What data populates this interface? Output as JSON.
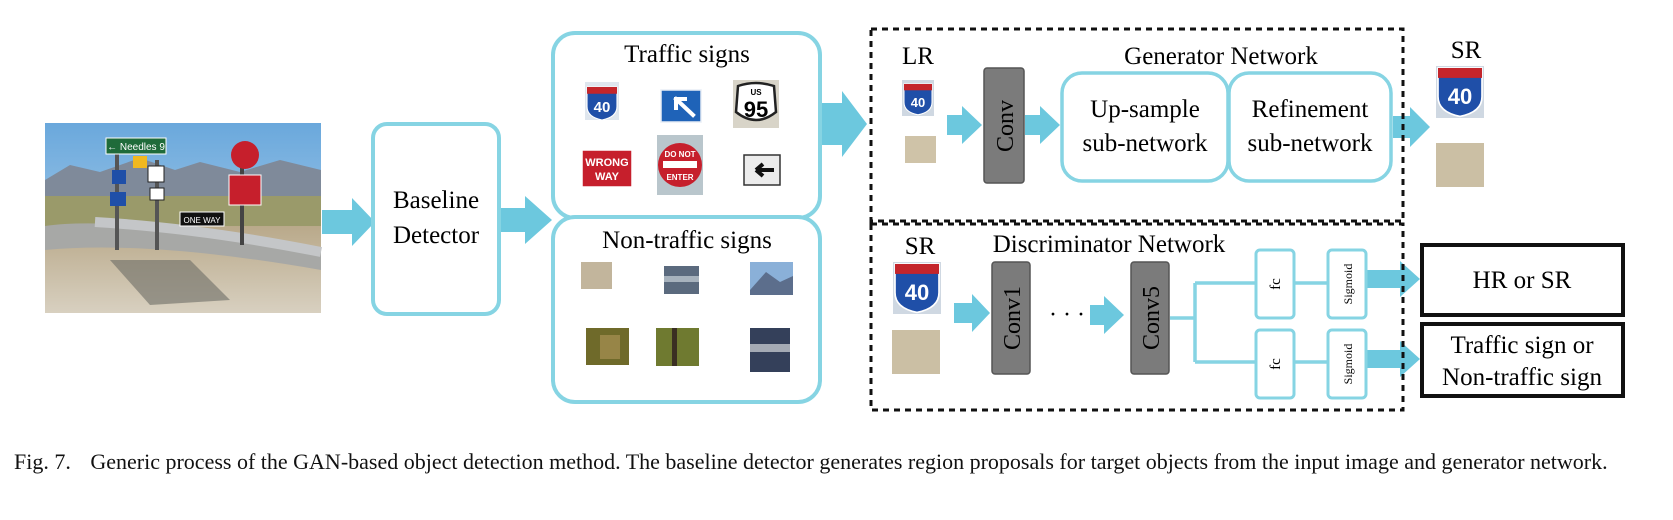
{
  "figure": {
    "baseline_detector": [
      "Baseline",
      "Detector"
    ],
    "traffic_signs_title": "Traffic signs",
    "non_traffic_signs_title": "Non-traffic signs",
    "lr_label": "LR",
    "sr_label_top": "SR",
    "sr_label_bottom": "SR",
    "generator_title": "Generator Network",
    "discriminator_title": "Discriminator Network",
    "conv": "Conv",
    "conv1": "Conv1",
    "ellipsis": "· · ·",
    "conv5": "Conv5",
    "upsample": [
      "Up-sample",
      "sub-network"
    ],
    "refinement": [
      "Refinement",
      "sub-network"
    ],
    "fc": "fc",
    "sigmoid": "Sigmoid",
    "output_hr_sr": "HR or SR",
    "output_class": [
      "Traffic sign or",
      "Non-traffic sign"
    ],
    "sign_interstate_number": "40",
    "sign_us_number": "95",
    "sign_us_prefix": "US",
    "sign_wrong_way": [
      "WRONG",
      "WAY"
    ],
    "sign_do_not_enter": [
      "DO NOT",
      "ENTER"
    ],
    "photo_needles_sign": "← Needles 9",
    "photo_one_way": "ONE WAY"
  },
  "caption": {
    "label": "Fig. 7.",
    "text": "Generic process of the GAN-based object detection method. The baseline detector generates region proposals for target objects from the input image and generator network."
  },
  "colors": {
    "accent_border": "#86d4e3",
    "arrow": "#6cc8de",
    "conv_box": "#7b7b7b",
    "interstate_blue": "#1f4fa8",
    "interstate_red": "#c4252b",
    "sign_red": "#c61f2c"
  }
}
